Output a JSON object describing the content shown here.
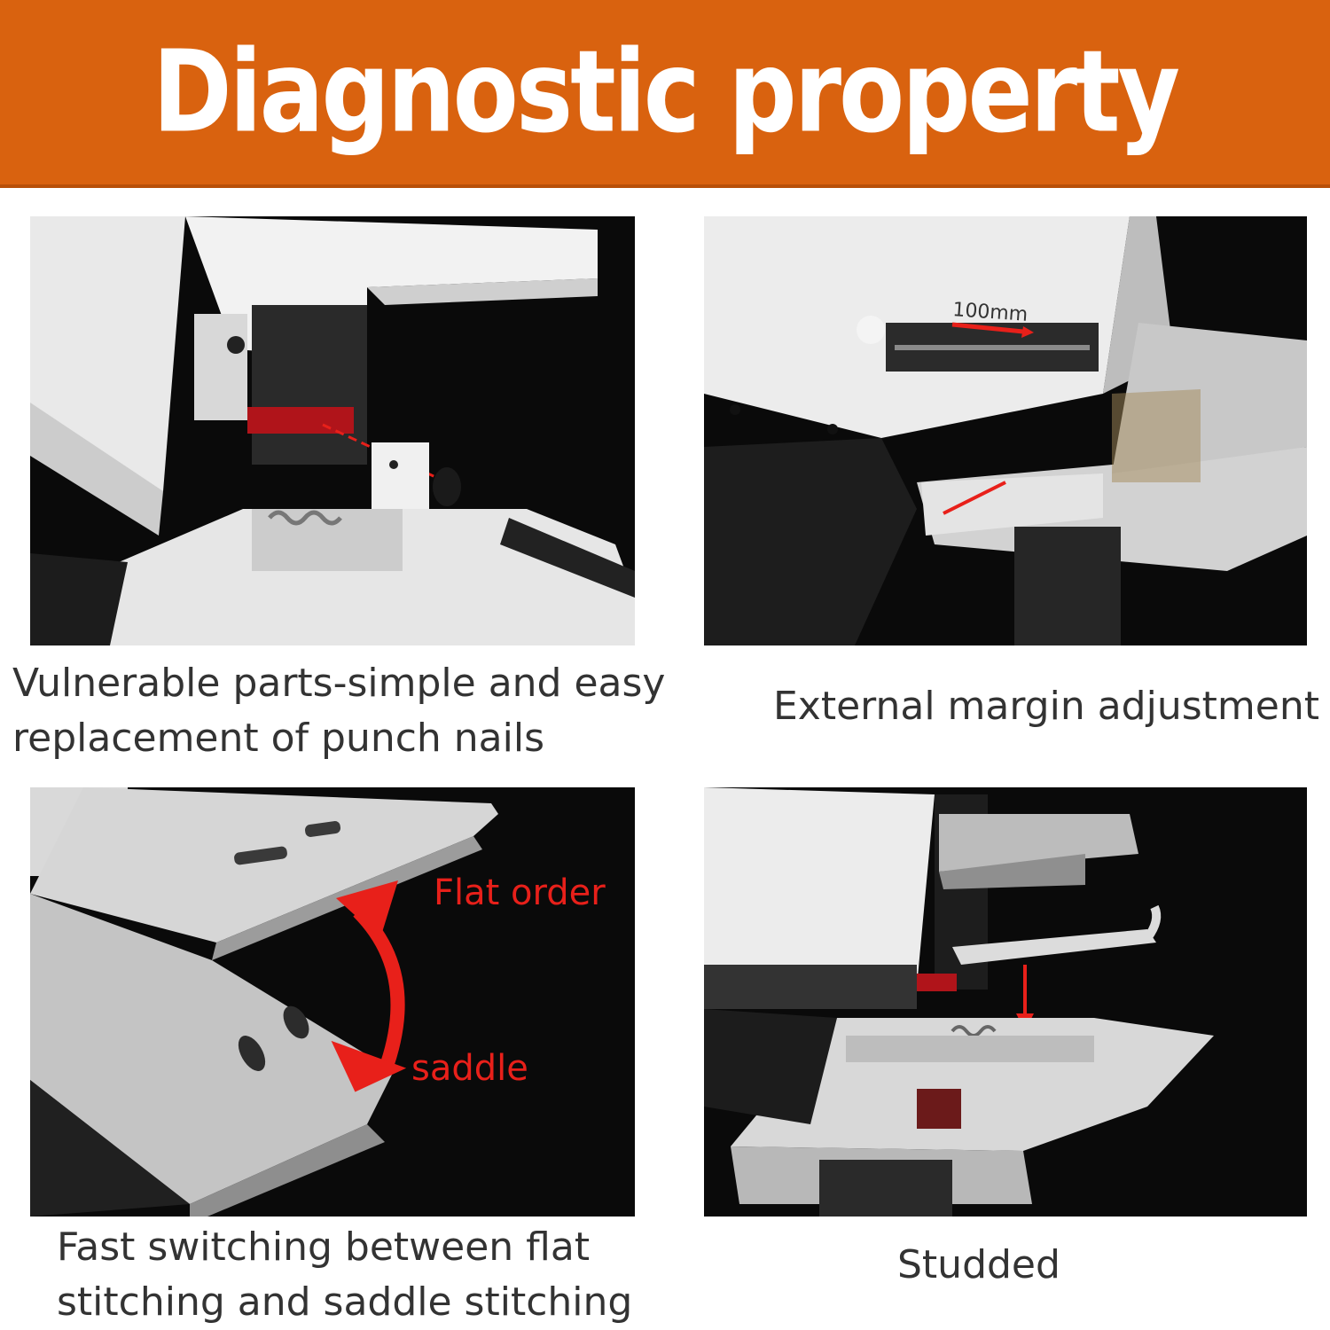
{
  "header": {
    "title": "Diagnostic property"
  },
  "panels": [
    {
      "caption_lines": [
        "Vulnerable parts-simple and easy",
        "replacement of punch nails"
      ]
    },
    {
      "caption_lines": [
        "External margin adjustment"
      ],
      "dimension_label": "100mm"
    },
    {
      "caption_lines": [
        "Fast switching between flat",
        "stitching and saddle stitching"
      ],
      "mode_labels": {
        "top": "Flat order",
        "bottom": "saddle"
      }
    },
    {
      "caption_lines": [
        "Studded"
      ]
    }
  ],
  "colors": {
    "banner": "#d9620f",
    "panel_background": "#000000",
    "accent_red": "#e8201a",
    "caption_text": "#333333"
  }
}
